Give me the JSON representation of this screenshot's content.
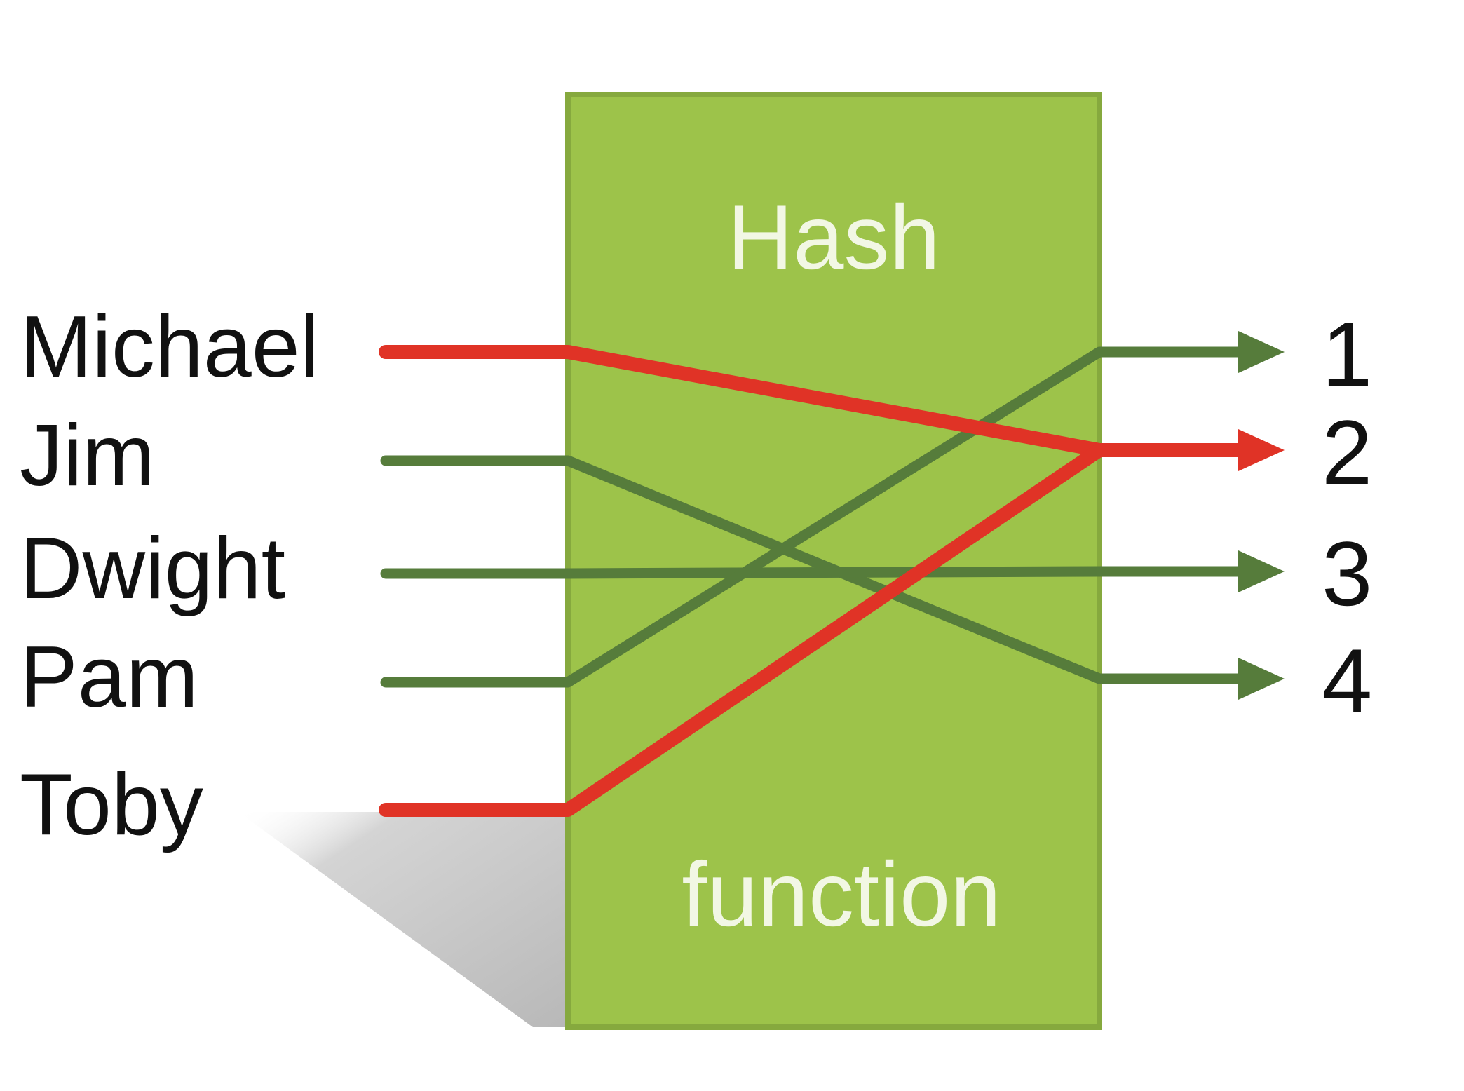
{
  "box": {
    "title_top": "Hash",
    "title_bottom": "function"
  },
  "inputs": [
    {
      "name": "Michael",
      "output": 2,
      "highlight": true
    },
    {
      "name": "Jim",
      "output": 4,
      "highlight": false
    },
    {
      "name": "Dwight",
      "output": 3,
      "highlight": false
    },
    {
      "name": "Pam",
      "output": 1,
      "highlight": false
    },
    {
      "name": "Toby",
      "output": 2,
      "highlight": true
    }
  ],
  "outputs": [
    "1",
    "2",
    "3",
    "4"
  ],
  "colors": {
    "box_fill": "#9dc34a",
    "box_border": "#86a93e",
    "box_text": "#f2f7e4",
    "line_green": "#567c3b",
    "line_red": "#e03326",
    "text": "#111111",
    "shadow": "#bdbdbd"
  }
}
